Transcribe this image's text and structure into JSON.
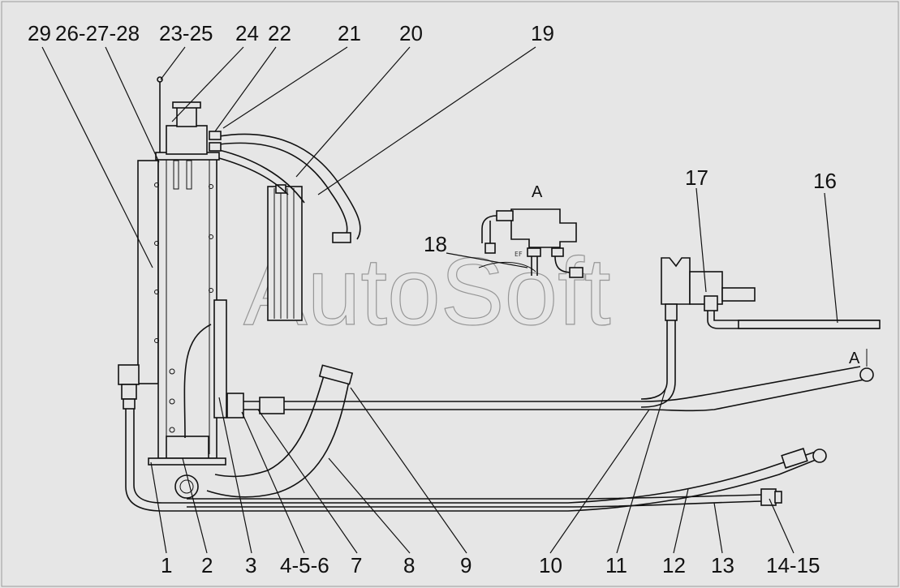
{
  "watermark": "AutoSoft",
  "view_label_a": "A",
  "section_label": "A",
  "small_mark": "EF",
  "callouts": [
    {
      "id": "c29",
      "text": "29"
    },
    {
      "id": "c26",
      "text": "26-27-28"
    },
    {
      "id": "c23",
      "text": "23-25"
    },
    {
      "id": "c24",
      "text": "24"
    },
    {
      "id": "c22",
      "text": "22"
    },
    {
      "id": "c21",
      "text": "21"
    },
    {
      "id": "c20",
      "text": "20"
    },
    {
      "id": "c19",
      "text": "19"
    },
    {
      "id": "c18",
      "text": "18"
    },
    {
      "id": "c17",
      "text": "17"
    },
    {
      "id": "c16",
      "text": "16"
    },
    {
      "id": "c1",
      "text": "1"
    },
    {
      "id": "c2",
      "text": "2"
    },
    {
      "id": "c3",
      "text": "3"
    },
    {
      "id": "c4",
      "text": "4-5-6"
    },
    {
      "id": "c7",
      "text": "7"
    },
    {
      "id": "c8",
      "text": "8"
    },
    {
      "id": "c9",
      "text": "9"
    },
    {
      "id": "c10",
      "text": "10"
    },
    {
      "id": "c11",
      "text": "11"
    },
    {
      "id": "c12",
      "text": "12"
    },
    {
      "id": "c13",
      "text": "13"
    },
    {
      "id": "c14",
      "text": "14-15"
    }
  ]
}
